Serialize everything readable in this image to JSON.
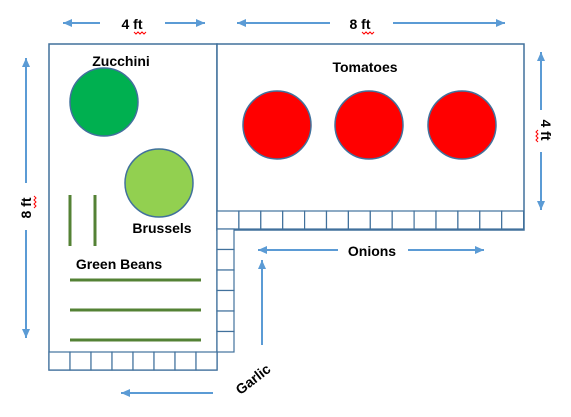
{
  "dimensions": {
    "left_width": "4 ft",
    "right_width": "8 ft",
    "left_height": "8 ft",
    "right_height": "4 ft"
  },
  "crops": {
    "zucchini": "Zucchini",
    "tomatoes": "Tomatoes",
    "brussels": "Brussels",
    "green_beans": "Green Beans",
    "onions": "Onions",
    "garlic": "Garlic"
  },
  "colors": {
    "bed_border": "#41719c",
    "arrow": "#5b9bd5",
    "zucchini": "#00b050",
    "brussels": "#92d050",
    "tomato": "#ff0000",
    "bean_row": "#548235",
    "spellcheck_squiggle": "#ff0000"
  }
}
